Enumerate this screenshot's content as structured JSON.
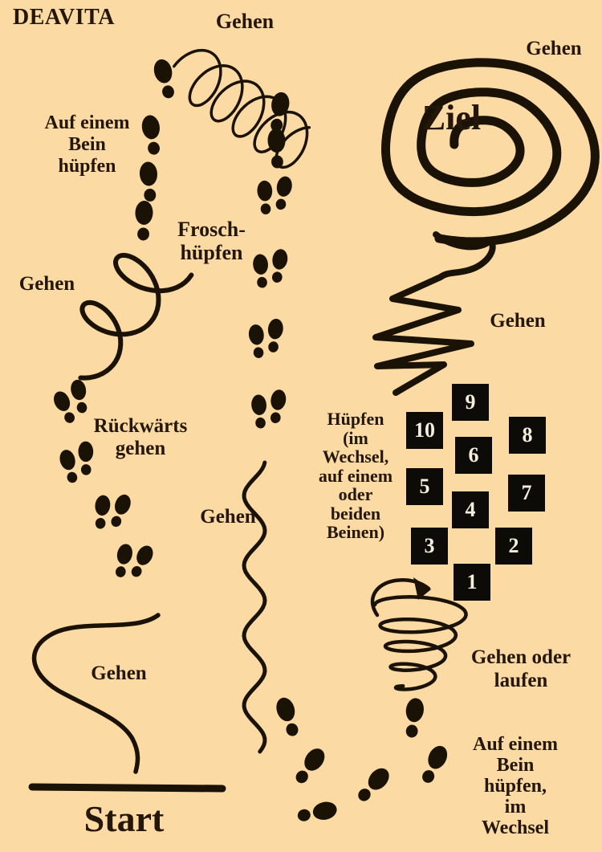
{
  "logo": {
    "text": "DEAVITA"
  },
  "colors": {
    "background": "#fbdaa3",
    "ink": "#1b1206",
    "square_fill": "#0d0b08",
    "square_number": "#f6eedd",
    "text": "#241709"
  },
  "icons": {
    "footprint": "shoe-print-icon",
    "arrow": "curved-arrow-right-icon"
  },
  "labels": [
    {
      "id": "gehen-top",
      "lines": [
        "Gehen"
      ]
    },
    {
      "id": "auf-einem-bein-huepfen",
      "lines": [
        "Auf einem",
        "Bein",
        "hüpfen"
      ]
    },
    {
      "id": "froschhuepfen",
      "lines": [
        "Frosch-",
        "hüpfen"
      ]
    },
    {
      "id": "gehen-left",
      "lines": [
        "Gehen"
      ]
    },
    {
      "id": "ziel",
      "lines": [
        "Ziel"
      ]
    },
    {
      "id": "gehen-ziel",
      "lines": [
        "Gehen"
      ]
    },
    {
      "id": "gehen-zigzag",
      "lines": [
        "Gehen"
      ]
    },
    {
      "id": "rueckwaerts-gehen",
      "lines": [
        "Rückwärts",
        "gehen"
      ]
    },
    {
      "id": "huepfen-im-wechsel",
      "lines": [
        "Hüpfen",
        "(im",
        "Wechsel,",
        "auf einem",
        "oder",
        "beiden",
        "Beinen)"
      ]
    },
    {
      "id": "gehen-wavy",
      "lines": [
        "Gehen"
      ]
    },
    {
      "id": "gehen-bottom-left",
      "lines": [
        "Gehen"
      ]
    },
    {
      "id": "gehen-oder-laufen",
      "lines": [
        "Gehen oder",
        "laufen"
      ]
    },
    {
      "id": "auf-einem-bein-huepfen-im-wechsel",
      "lines": [
        "Auf einem",
        "Bein",
        "hüpfen,",
        "im",
        "Wechsel"
      ]
    },
    {
      "id": "start",
      "lines": [
        "Start"
      ]
    }
  ],
  "hopscotch": {
    "numbers": [
      "1",
      "2",
      "3",
      "4",
      "5",
      "6",
      "7",
      "8",
      "9",
      "10"
    ]
  }
}
